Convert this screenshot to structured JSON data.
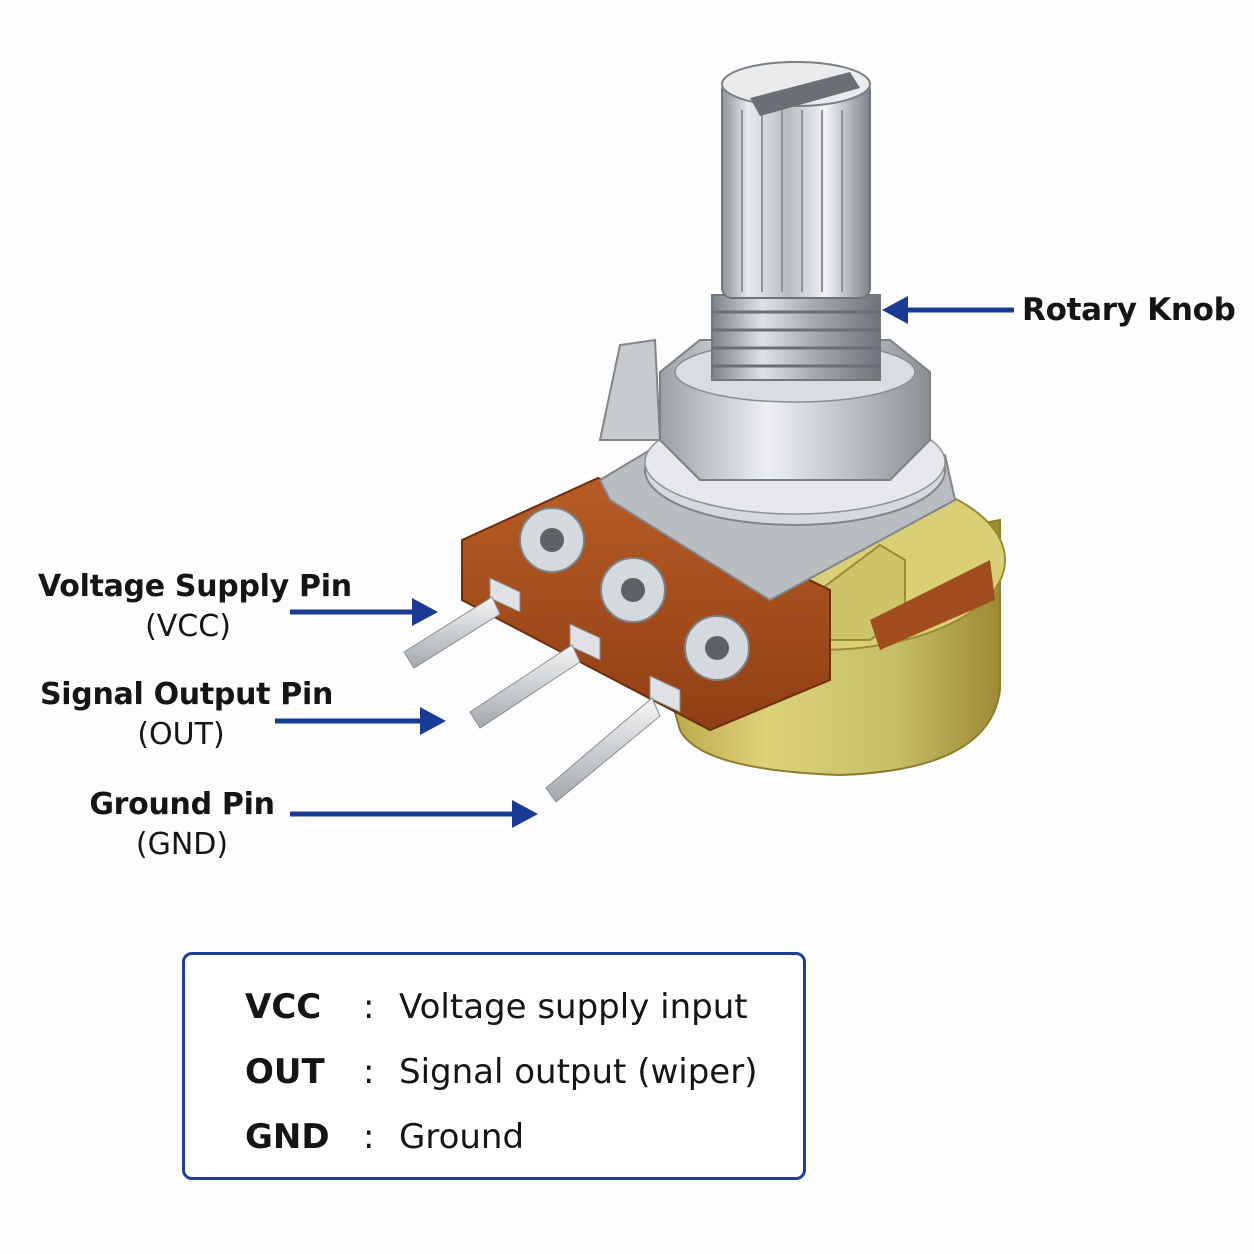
{
  "callouts": {
    "knob": {
      "label": "Rotary Knob"
    },
    "vcc": {
      "label": "Voltage Supply Pin",
      "abbr": "(VCC)"
    },
    "out": {
      "label": "Signal Output Pin",
      "abbr": "(OUT)"
    },
    "gnd": {
      "label": "Ground Pin",
      "abbr": "(GND)"
    }
  },
  "legend": {
    "rows": [
      {
        "key": "VCC",
        "sep": ":",
        "desc": "Voltage supply input"
      },
      {
        "key": "OUT",
        "sep": ":",
        "desc": "Signal output (wiper)"
      },
      {
        "key": "GND",
        "sep": ":",
        "desc": "Ground"
      }
    ]
  },
  "colors": {
    "arrow": "#1a3a96",
    "legend_border": "#1f3f9a",
    "pcb": "#a9501e",
    "housing": "#c9bb55",
    "metal": "#c9ccd0"
  },
  "icons": {
    "component": "rotary-potentiometer-photo",
    "arrows": "arrow-right-icon"
  }
}
